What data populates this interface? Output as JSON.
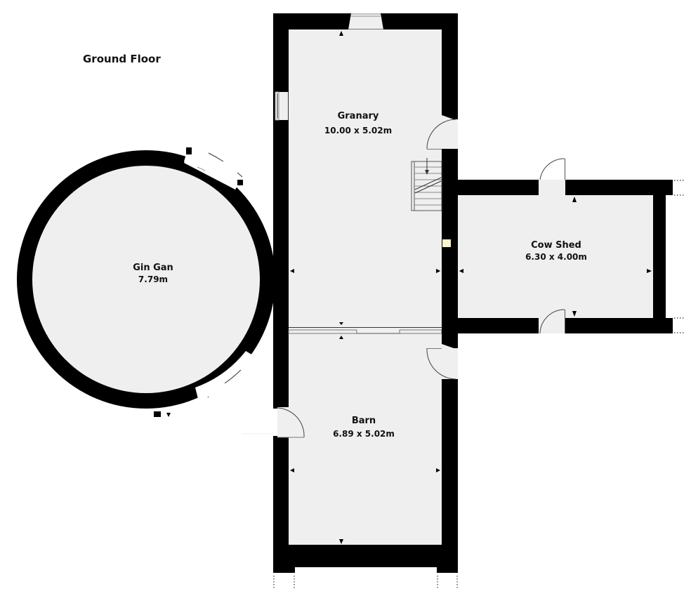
{
  "floor_title": "Ground Floor",
  "colors": {
    "wall": "#000000",
    "floor": "#f0eff0",
    "background": "#ffffff",
    "door_line": "#555555",
    "window_line": "#9a9a9a",
    "light_fixture": "#fff4c8"
  },
  "rooms": [
    {
      "id": "granary",
      "name": "Granary",
      "dimensions": "10.00 x 5.02m"
    },
    {
      "id": "cow-shed",
      "name": "Cow Shed",
      "dimensions": "6.30 x 4.00m"
    },
    {
      "id": "gin-gan",
      "name": "Gin Gan",
      "dimensions": "7.79m"
    },
    {
      "id": "barn",
      "name": "Barn",
      "dimensions": "6.89 x 5.02m"
    }
  ],
  "features": {
    "staircase": "stairs-down",
    "doors": [
      "granary-east-door",
      "barn-east-door",
      "barn-west-door",
      "cow-shed-north-door",
      "cow-shed-south-door"
    ],
    "windows": [
      "granary-north-window",
      "granary-west-window",
      "gin-gan-north-opening",
      "gin-gan-south-opening"
    ]
  }
}
